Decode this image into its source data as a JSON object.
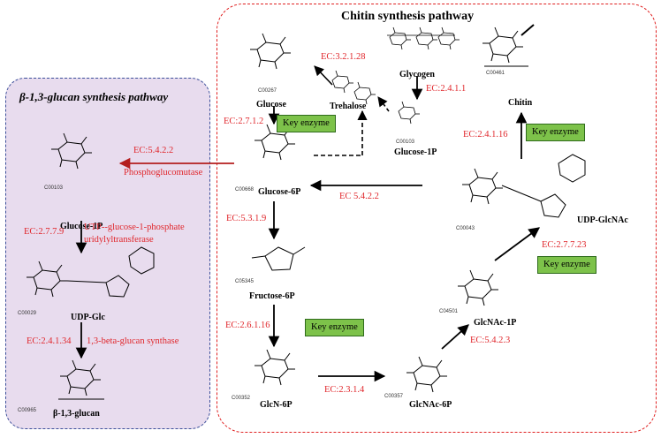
{
  "titles": {
    "chitin": "Chitin synthesis  pathway",
    "glucan": "β-1,3-glucan synthesis  pathway"
  },
  "compounds": {
    "glucose": "Glucose",
    "trehalose": "Trehalose",
    "glycogen": "Glycogen",
    "chitin": "Chitin",
    "glucose1p_chitin": "Glucose-1P",
    "glucose6p": "Glucose-6P",
    "fructose6p": "Fructose-6P",
    "glcn6p": "GlcN-6P",
    "glcnac6p": "GlcNAc-6P",
    "glcnac1p": "GlcNAc-1P",
    "udpglcnac": "UDP-GlcNAc",
    "glucose1p_glucan": "Glucose-1P",
    "udpglc": "UDP-Glc",
    "glucan": "β-1,3-glucan"
  },
  "codes": {
    "c00267": "C00267",
    "c00103a": "C00103",
    "c00103b": "C00103",
    "c00461": "C00461",
    "c00668": "C00668",
    "c05345": "C05345",
    "c00352": "C00352",
    "c00357": "C00357",
    "c04501": "C04501",
    "c00043": "C00043",
    "c00029": "C00029",
    "c00965": "C00965"
  },
  "enzymes": {
    "ec_3_2_1_28": "EC:3.2.1.28",
    "ec_2_4_1_1": "EC:2.4.1.1",
    "ec_2_7_1_2": "EC:2.7.1.2",
    "ec_2_4_1_16": "EC:2.4.1.16",
    "ec_5_4_2_2_right": "EC 5.4.2.2",
    "ec_5_3_1_9": "EC:5.3.1.9",
    "ec_2_6_1_16": "EC:2.6.1.16",
    "ec_2_3_1_4": "EC:2.3.1.4",
    "ec_5_4_2_3": "EC:5.4.2.3",
    "ec_2_7_7_23": "EC:2.7.7.23",
    "ec_5_4_2_2_left": "EC:5.4.2.2",
    "phosphoglucomutase": "Phosphoglucomutase",
    "ec_2_7_7_9": "EC:2.7.7.9",
    "utp_line1": "UTP--glucose-1-phosphate",
    "utp_line2": "uridylyltransferase",
    "ec_2_4_1_34": "EC:2.4.1.34",
    "glucan_synthase": "1,3-beta-glucan synthase"
  },
  "key_enzyme_label": "Key enzyme",
  "colors": {
    "enzyme_text": "#e0262b",
    "key_enzyme_fill": "#7dc24a",
    "glucan_panel_fill": "#e8dcee",
    "glucan_panel_border": "#3b4f9a",
    "chitin_panel_border": "#e02020"
  }
}
